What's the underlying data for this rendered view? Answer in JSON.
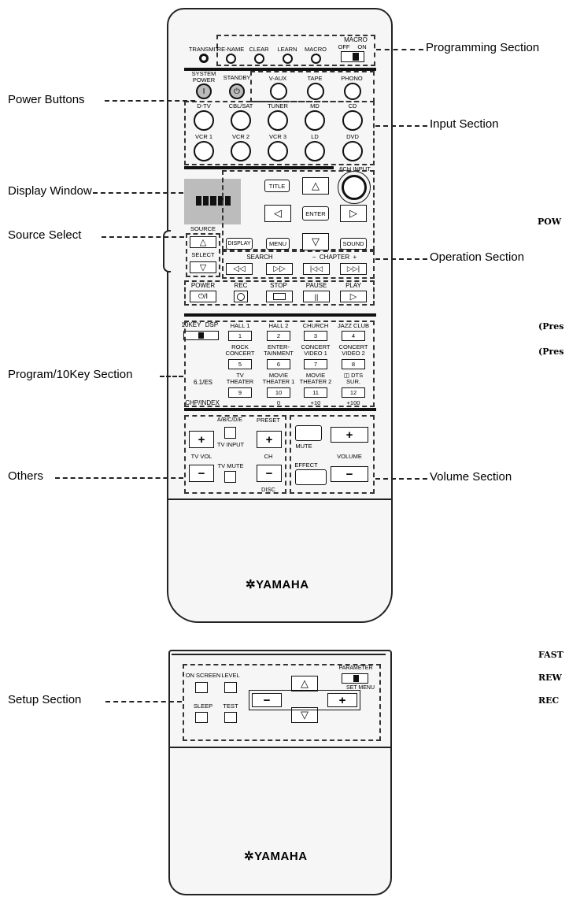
{
  "callouts": {
    "programming": "Programming Section",
    "power": "Power Buttons",
    "input": "Input Section",
    "display": "Display Window",
    "source": "Source Select",
    "operation": "Operation Section",
    "program": "Program/10Key Section",
    "others": "Others",
    "volume": "Volume Section",
    "setup": "Setup Section"
  },
  "right_text": [
    "POW",
    "(Pres",
    "(Pres",
    "FAST",
    "REW",
    "REC"
  ],
  "brand": "✲YAMAHA",
  "programming": {
    "transmit": "TRANSMIT",
    "rename": "RE-NAME",
    "clear": "CLEAR",
    "learn": "LEARN",
    "macro": "MACRO",
    "macro_sw": "MACRO",
    "off": "OFF",
    "on": "ON"
  },
  "power": {
    "system_power": "SYSTEM\nPOWER",
    "standby": "STANDBY"
  },
  "inputs": {
    "row1": [
      "V-AUX",
      "TAPE",
      "PHONO"
    ],
    "row2": [
      "D-TV",
      "CBL/SAT",
      "TUNER",
      "MD",
      "CD"
    ],
    "row3": [
      "VCR 1",
      "VCR 2",
      "VCR 3",
      "LD",
      "DVD"
    ]
  },
  "operation": {
    "sixch": "6CH INPUT",
    "title": "TITLE",
    "enter": "ENTER",
    "source": "SOURCE",
    "select": "SELECT",
    "display": "DISPLAY",
    "menu": "MENU",
    "sound": "SOUND",
    "search": "SEARCH",
    "chapter": "−  CHAPTER  +",
    "power": "POWER",
    "rec": "REC",
    "stop": "STOP",
    "pause": "PAUSE",
    "play": "PLAY",
    "power_btn": "⏻/I"
  },
  "program": {
    "tenkey": "10KEY",
    "dsp": "DSP",
    "row1_labels": [
      "HALL 1",
      "HALL 2",
      "CHURCH",
      "JAZZ CLUB"
    ],
    "row1_nums": [
      "1",
      "2",
      "3",
      "4"
    ],
    "row2_labels": [
      "ROCK\nCONCERT",
      "ENTER-\nTAINMENT",
      "CONCERT\nVIDEO 1",
      "CONCERT\nVIDEO 2"
    ],
    "row2_nums": [
      "5",
      "6",
      "7",
      "8"
    ],
    "es": "6.1/ES",
    "row3_labels": [
      "TV\nTHEATER",
      "MOVIE\nTHEATER 1",
      "MOVIE\nTHEATER 2",
      "◫ DTS\nSUR."
    ],
    "row3_nums": [
      "9",
      "10",
      "11",
      "12"
    ],
    "chp": "CHP/INDEX",
    "zero": "0",
    "plus10": "+10",
    "plus100": "+100"
  },
  "others": {
    "abc": "A/B/C/D/E",
    "preset": "PRESET",
    "tv_input": "TV INPUT",
    "tv_vol": "TV VOL",
    "ch": "CH",
    "tv_mute": "TV MUTE",
    "disc": "DISC",
    "plus": "+",
    "minus": "−"
  },
  "volume": {
    "mute": "MUTE",
    "volume": "VOLUME",
    "effect": "EFFECT"
  },
  "setup": {
    "on_screen": "ON SCREEN",
    "level": "LEVEL",
    "sleep": "SLEEP",
    "test": "TEST",
    "parameter": "PARAMETER",
    "set_menu": "SET MENU",
    "minus": "−",
    "plus": "+"
  },
  "icons": {
    "up": "△",
    "down": "▽",
    "left": "◁",
    "right": "▷",
    "rew": "◁◁",
    "ff": "▷▷",
    "prev": "|◁◁",
    "next": "▷▷|",
    "play": "▷",
    "stop": "▭",
    "pause": "||",
    "rec": "○"
  }
}
